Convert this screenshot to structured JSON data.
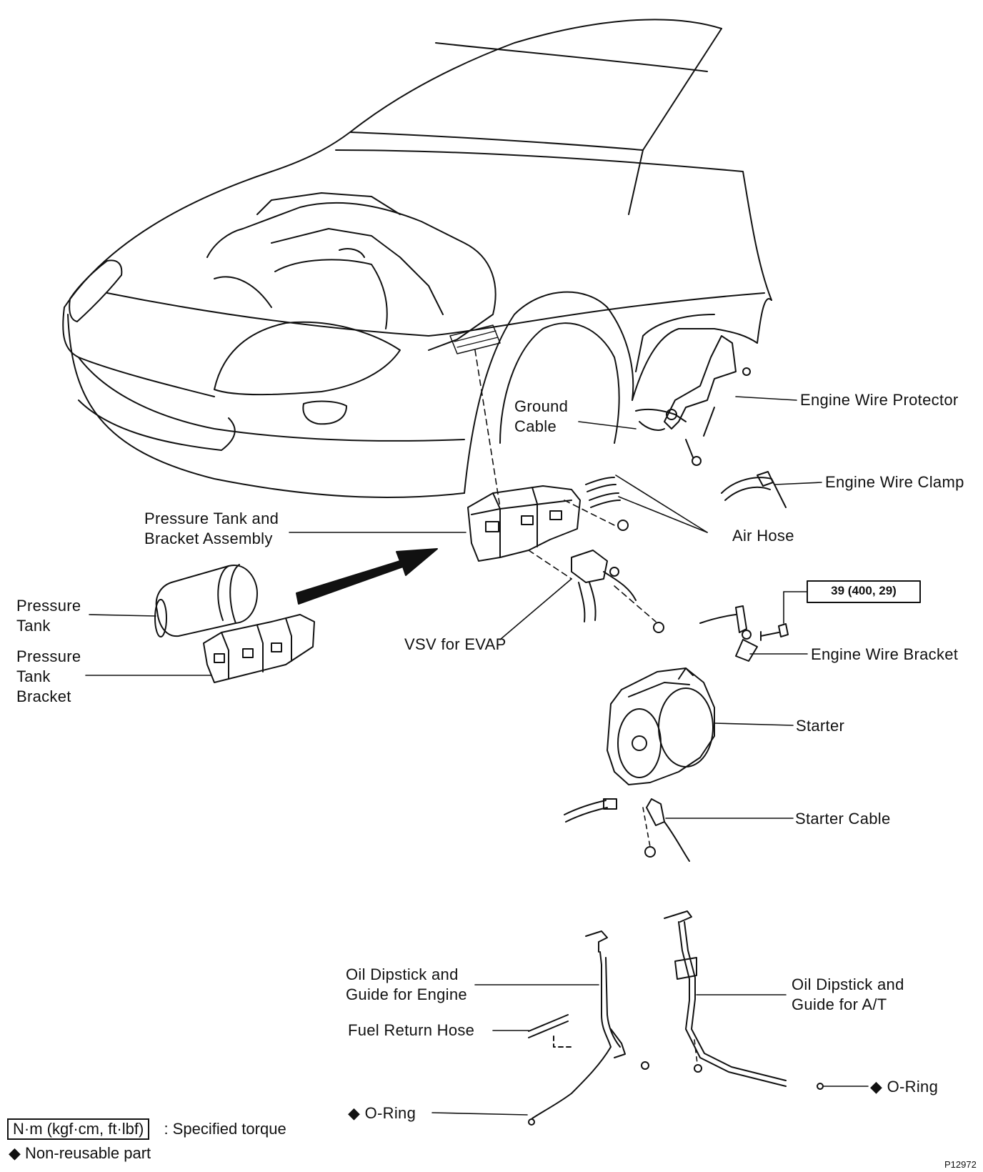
{
  "labels": {
    "ground_cable": [
      "Ground",
      "Cable"
    ],
    "engine_wire_protector": "Engine Wire Protector",
    "engine_wire_clamp": "Engine Wire Clamp",
    "air_hose": "Air Hose",
    "pressure_tank_bracket_assembly": [
      "Pressure Tank and",
      "Bracket Assembly"
    ],
    "pressure_tank": [
      "Pressure",
      "Tank"
    ],
    "pressure_tank_bracket": [
      "Pressure",
      "Tank",
      "Bracket"
    ],
    "vsv_for_evap": "VSV for EVAP",
    "engine_wire_bracket": "Engine Wire Bracket",
    "starter": "Starter",
    "starter_cable": "Starter Cable",
    "oil_dipstick_engine": [
      "Oil Dipstick and",
      "Guide for Engine"
    ],
    "fuel_return_hose": "Fuel Return Hose",
    "oil_dipstick_at": [
      "Oil Dipstick and",
      "Guide for A/T"
    ],
    "o_ring_left": "◆ O-Ring",
    "o_ring_right": "◆ O-Ring"
  },
  "torque_spec": "39 (400, 29)",
  "legend": {
    "torque_unit": "N·m (kgf·cm, ft·lbf)",
    "torque_desc": ": Specified torque",
    "non_reusable": "◆ Non-reusable part"
  },
  "figure_id": "P12972"
}
